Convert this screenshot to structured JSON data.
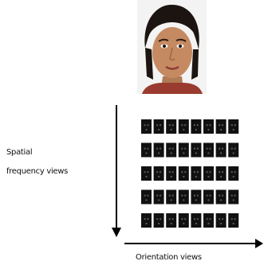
{
  "axis_labels": {
    "vertical_line1": "Spatial",
    "vertical_line2": "frequency views",
    "horizontal": "Orientation views"
  },
  "grid": {
    "rows": 5,
    "cols": 8
  },
  "colors": {
    "tile": "#111111",
    "axis": "#000000",
    "background": "#ffffff"
  }
}
